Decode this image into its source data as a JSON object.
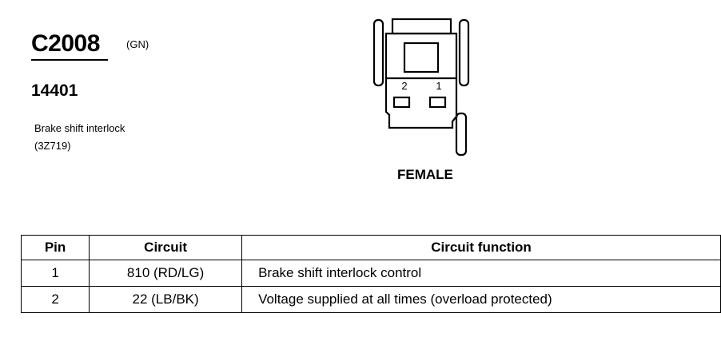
{
  "connector": {
    "id": "C2008",
    "color_code": "(GN)",
    "part_number": "14401",
    "description": "Brake shift interlock",
    "component_code": "(3Z719)",
    "gender": "FEMALE",
    "cavity_labels": [
      "2",
      "1"
    ]
  },
  "table": {
    "headers": {
      "pin": "Pin",
      "circuit": "Circuit",
      "function": "Circuit function"
    },
    "rows": [
      {
        "pin": "1",
        "circuit": "810 (RD/LG)",
        "function": "Brake shift interlock  control"
      },
      {
        "pin": "2",
        "circuit": "22 (LB/BK)",
        "function": "Voltage supplied at all times (overload protected)"
      }
    ]
  }
}
